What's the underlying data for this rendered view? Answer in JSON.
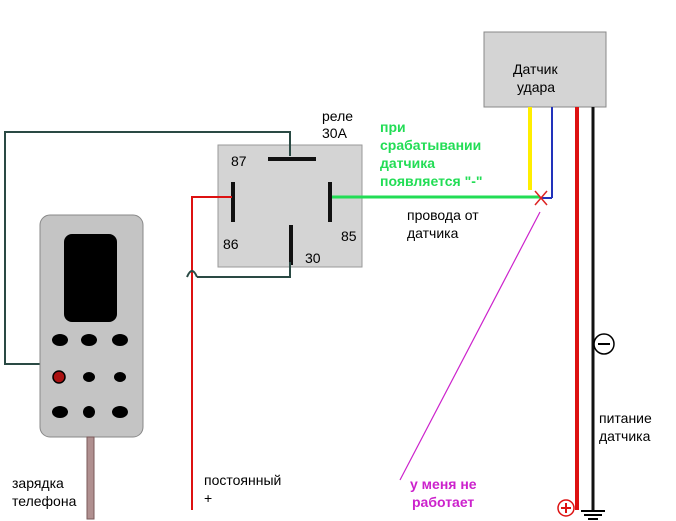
{
  "sensor_box": {
    "line1": "Датчик",
    "line2": "удара"
  },
  "relay": {
    "title_line1": "реле",
    "title_line2": "30А",
    "pin_87": "87",
    "pin_86": "86",
    "pin_85": "85",
    "pin_30": "30"
  },
  "green_note": {
    "line1": "при",
    "line2": "срабатывании",
    "line3": "датчика",
    "line4": "появляется \"-\""
  },
  "sensor_wires_label": {
    "line1": "провода от",
    "line2": "датчика"
  },
  "power_label": {
    "line1": "питание",
    "line2": "датчика"
  },
  "constant_label": {
    "line1": "постоянный",
    "line2": "+"
  },
  "charge_label": {
    "line1": "зарядка",
    "line2": "телефона"
  },
  "not_working": {
    "line1": "у меня не",
    "line2": "работает"
  },
  "minus_symbol": "−",
  "plus_symbol": "+",
  "colors": {
    "wire_dark": "#2a4a44",
    "wire_red": "#dd1111",
    "wire_green": "#22dd55",
    "wire_blue": "#2233bb",
    "wire_yellow": "#ffee00",
    "annotation": "#cc22cc",
    "box_fill": "#d4d4d4"
  }
}
